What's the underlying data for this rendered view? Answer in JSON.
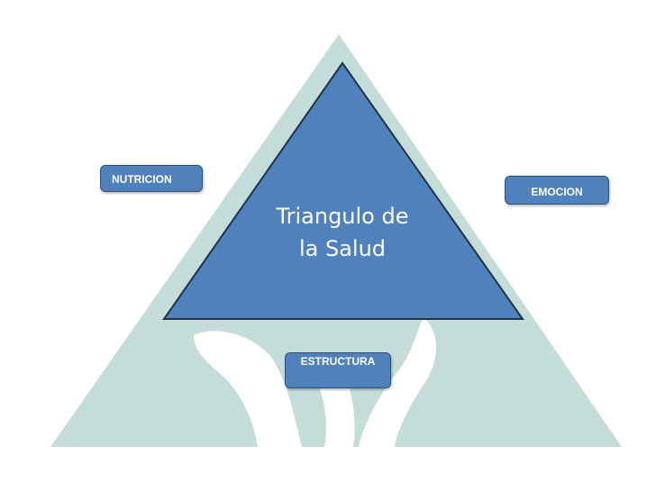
{
  "colors": {
    "outer_triangle": "#c4ddd9",
    "inner_triangle": "#4f81bd",
    "inner_triangle_border": "#1f3346",
    "figure": "#ffffff",
    "label_box": "#4f81bd",
    "label_text": "#ffffff"
  },
  "center": {
    "line1": "Triangulo de",
    "line2": "la Salud"
  },
  "labels": {
    "nutricion": "NUTRICION",
    "emocion": "EMOCION",
    "estructura": "ESTRUCTURA"
  }
}
